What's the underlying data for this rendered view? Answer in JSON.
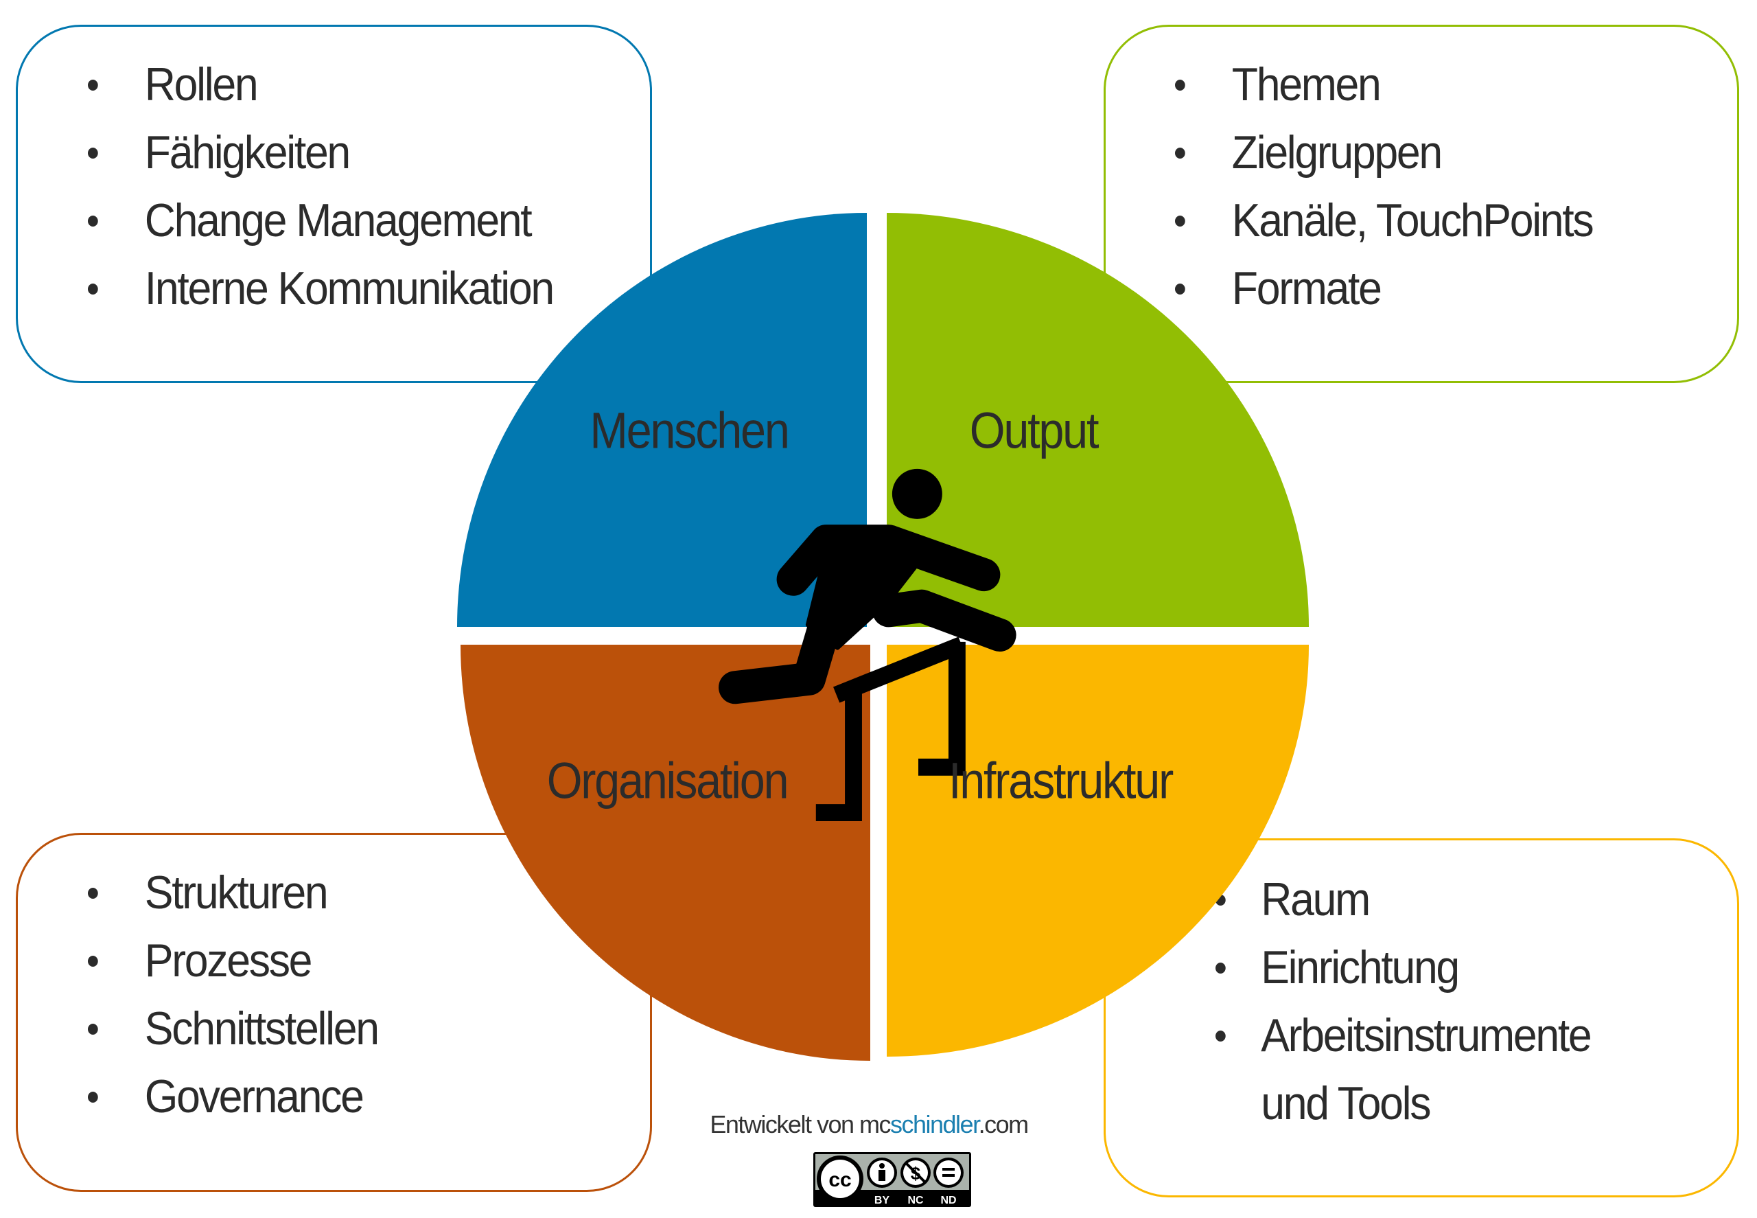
{
  "boxes": {
    "menschen": {
      "items": [
        "Rollen",
        "Fähigkeiten",
        "Change Management",
        "Interne Kommunikation"
      ]
    },
    "output": {
      "items": [
        "Themen",
        "Zielgruppen",
        "Kanäle, TouchPoints",
        "Formate"
      ]
    },
    "organisation": {
      "items": [
        "Strukturen",
        "Prozesse",
        "Schnittstellen",
        "Governance"
      ]
    },
    "infrastruktur": {
      "items": [
        "Raum",
        "Einrichtung",
        "Arbeitsinstrumente"
      ],
      "continuation": "und Tools"
    }
  },
  "quadrants": {
    "menschen": {
      "label": "Menschen",
      "color": "#0278B0"
    },
    "output": {
      "label": "Output",
      "color": "#92BE04"
    },
    "organisation": {
      "label": "Organisation",
      "color": "#BB510A"
    },
    "infrastruktur": {
      "label": "Infrastruktur",
      "color": "#FBB700"
    }
  },
  "credit": {
    "prefix": "Entwickelt von mc",
    "highlight": "schindler",
    "suffix": ".com"
  },
  "license": {
    "badge": "cc",
    "terms": [
      "BY",
      "NC",
      "ND"
    ]
  }
}
